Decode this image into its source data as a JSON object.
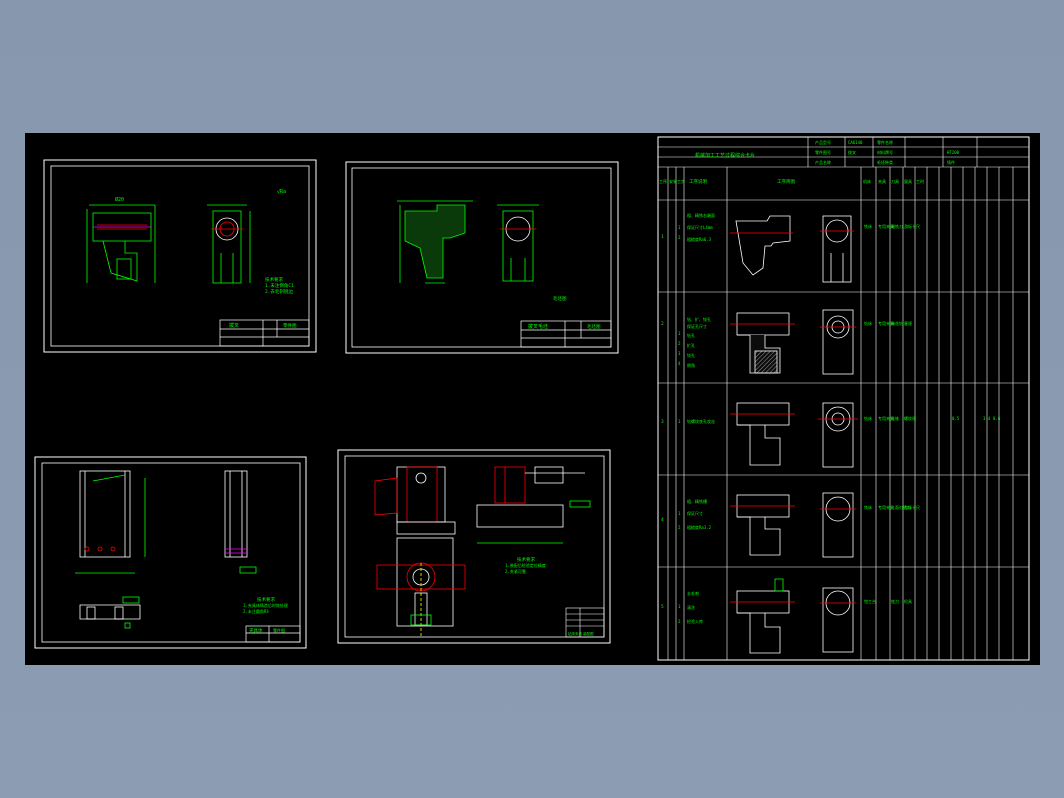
{
  "colors": {
    "viewport_bg": "#8a9ab0",
    "canvas_bg": "#000000",
    "frame": "#ffffff",
    "dim": "#00ff00",
    "highlight": "#ff0000",
    "accent": "#ff00ff",
    "center_line": "#ffff00"
  },
  "sheet1": {
    "note_line1": "技术要求",
    "note_line2": "1.未注倒角C1",
    "note_line3": "2.去毛刺锐边",
    "scale_text": "√Ra",
    "title_name": "拨叉",
    "title_sub": "零件图"
  },
  "sheet2": {
    "note_line1": "毛坯图",
    "title_name": "拨叉毛坯",
    "title_sub": "毛坯图"
  },
  "sheet3": {
    "note_line1": "技术要求",
    "note_line2": "1.夹具体铸造后时效处理",
    "note_line3": "2.未注圆角R3",
    "title_name": "夹具体",
    "title_sub": "零件图"
  },
  "sheet4": {
    "note_line1": "技术要求",
    "note_line2": "1.装配后检验定位精度",
    "note_line3": "2.夹紧可靠",
    "title_name": "钻床夹具",
    "title_sub": "装配图"
  },
  "process_card": {
    "title": "机械加工工艺过程综合卡片",
    "header_cells": [
      "产品型号",
      "零件图号",
      "产品名称",
      "零件名称",
      "材料牌号",
      "毛坯种类"
    ],
    "header_values": [
      "CA6140",
      "拨叉",
      "HT200",
      "铸件"
    ],
    "col_heads": [
      "工序",
      "安装",
      "工步",
      "工序说明",
      "工序简图",
      "机床",
      "夹具",
      "刀具",
      "量具",
      "工时"
    ],
    "rows": [
      {
        "seq": "1",
        "steps": [
          "1",
          "2"
        ],
        "desc": [
          "粗、精铣右端面",
          "保证尺寸L4mm",
          "粗糙度Ra6.3"
        ],
        "cells": [
          "铣床",
          "专用夹具",
          "端铣刀",
          "游标卡尺"
        ]
      },
      {
        "seq": "2",
        "steps": [
          "1",
          "2",
          "3",
          "4"
        ],
        "desc": [
          "钻、扩、铰孔",
          "保证孔尺寸",
          "钻孔",
          "扩孔",
          "铰孔",
          "倒角"
        ],
        "cells": [
          "钻床",
          "专用夹具",
          "麻花钻",
          "塞规"
        ]
      },
      {
        "seq": "3",
        "steps": [
          "1"
        ],
        "desc": [
          "钻螺纹底孔攻丝"
        ],
        "cells": [
          "钻床",
          "专用夹具",
          "丝锥",
          "螺纹规"
        ],
        "extra": [
          "0.5",
          "3.4",
          "0.6"
        ]
      },
      {
        "seq": "4",
        "steps": [
          "1",
          "2"
        ],
        "desc": [
          "粗、精铣槽",
          "保证尺寸",
          "粗糙度Ra3.2"
        ],
        "cells": [
          "铣床",
          "专用夹具",
          "三面刃铣刀",
          "游标卡尺"
        ]
      },
      {
        "seq": "5",
        "steps": [
          "1",
          "2"
        ],
        "desc": [
          "去毛刺",
          "清洗",
          "检验入库"
        ],
        "cells": [
          "钳工台",
          "",
          "锉刀",
          "检具"
        ]
      }
    ]
  }
}
